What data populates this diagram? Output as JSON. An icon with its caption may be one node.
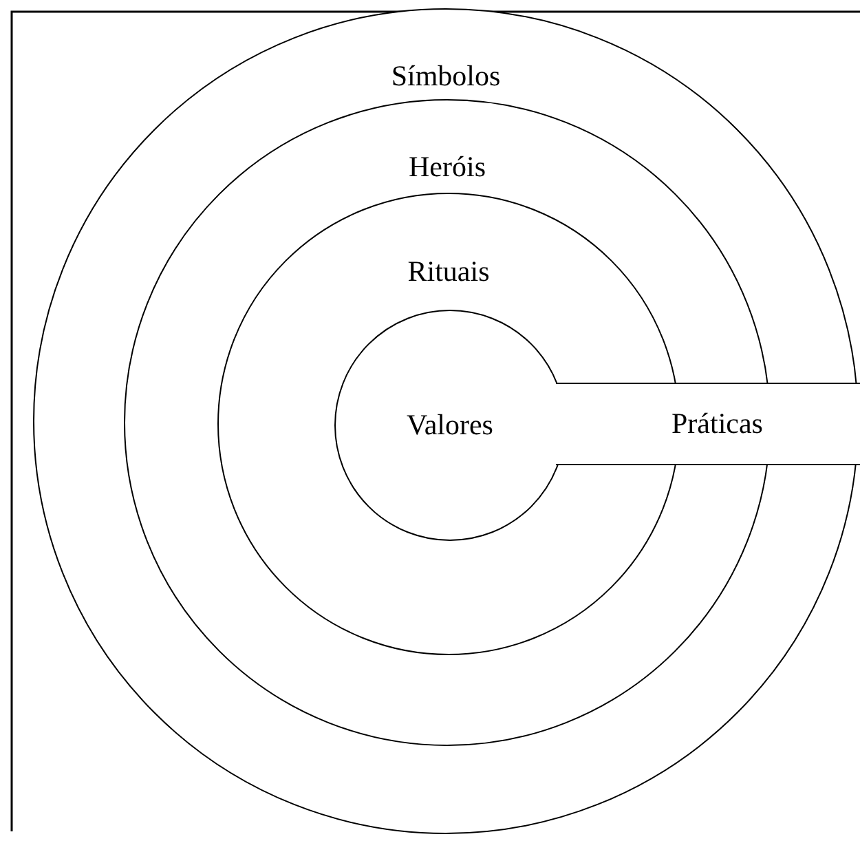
{
  "diagram": {
    "nodes": [
      {
        "text": [
          "Símbolos"
        ]
      },
      {
        "text": [
          "Heróis"
        ],
        "in": 0
      },
      {
        "text": [
          "Rituais"
        ],
        "in": 1
      },
      {
        "text": [
          "Valores"
        ],
        "in": 2
      },
      {
        "text": [
          "Práticas"
        ]
      }
    ]
  }
}
